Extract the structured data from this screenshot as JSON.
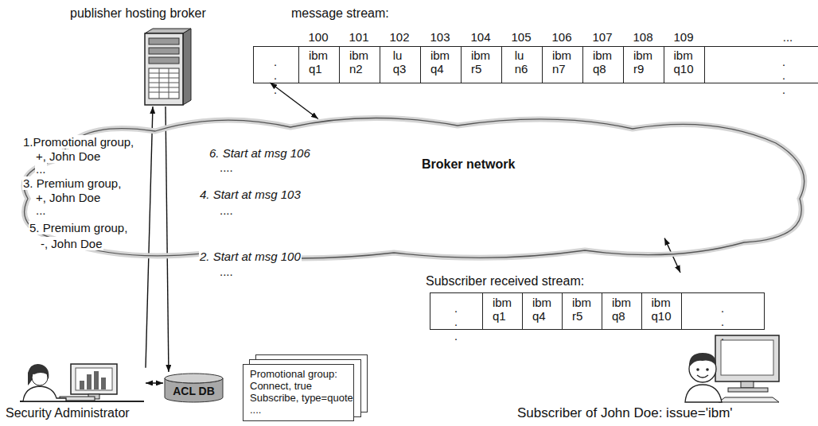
{
  "diagram": {
    "nodes": [
      {
        "text": [
          "publisher hosting broker"
        ]
      },
      {
        "text": [
          "message stream:"
        ]
      },
      {
        "text": [
          "Broker network"
        ]
      },
      {
        "text": [
          "Subscriber received stream:"
        ]
      },
      {
        "text": [
          "Security Administrator"
        ]
      },
      {
        "text": [
          "ACL DB"
        ]
      },
      {
        "text": [
          "Promotional group:",
          "Connect, true",
          "Subscribe, type=quote",
          "...."
        ]
      },
      {
        "text": [
          "Subscriber of John Doe: issue='ibm'"
        ]
      }
    ],
    "edges": [
      {
        "from": 1,
        "to": 2,
        "arrow": "both"
      },
      {
        "from": 2,
        "to": 3,
        "arrow": "both"
      },
      {
        "from": 4,
        "to": 0,
        "arrow": "to"
      },
      {
        "from": 0,
        "to": 5,
        "arrow": "to"
      },
      {
        "from": 4,
        "to": 5,
        "arrow": "both"
      }
    ],
    "labels": [
      "100",
      "101",
      "102",
      "103",
      "104",
      "105",
      "106",
      "107",
      "108",
      "109",
      "...",
      "· · ·",
      "ibm q1",
      "ibm n2",
      "lu q3",
      "ibm q4",
      "ibm r5",
      "lu n6",
      "ibm n7",
      "ibm q8",
      "ibm r9",
      "ibm q10",
      "· · ·",
      "1.Promotional group,",
      "+, John Doe",
      "...",
      "3. Premium group,",
      "+, John Doe",
      "...",
      "5. Premium group,",
      "-, John Doe",
      "6. Start at msg 106",
      "....",
      "4. Start at msg 103",
      "....",
      "2. Start at msg 100",
      "....",
      "· · ·",
      "ibm q1",
      "ibm q4",
      "ibm r5",
      "ibm q8",
      "ibm q10",
      "· · ·"
    ]
  }
}
